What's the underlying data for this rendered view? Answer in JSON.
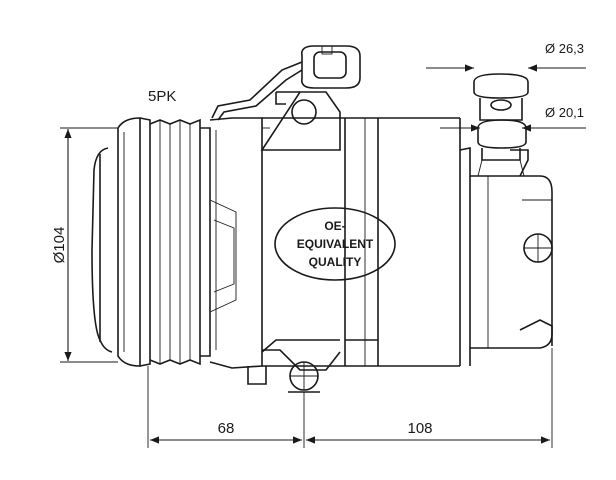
{
  "labels": {
    "belt": "5PK",
    "pulley_diameter": "Ø104",
    "port_large": "Ø 26,3",
    "port_small": "Ø 20,1",
    "length_front": "68",
    "length_body": "108",
    "badge_line1": "OE-",
    "badge_line2": "EQUIVALENT",
    "badge_line3": "QUALITY"
  }
}
